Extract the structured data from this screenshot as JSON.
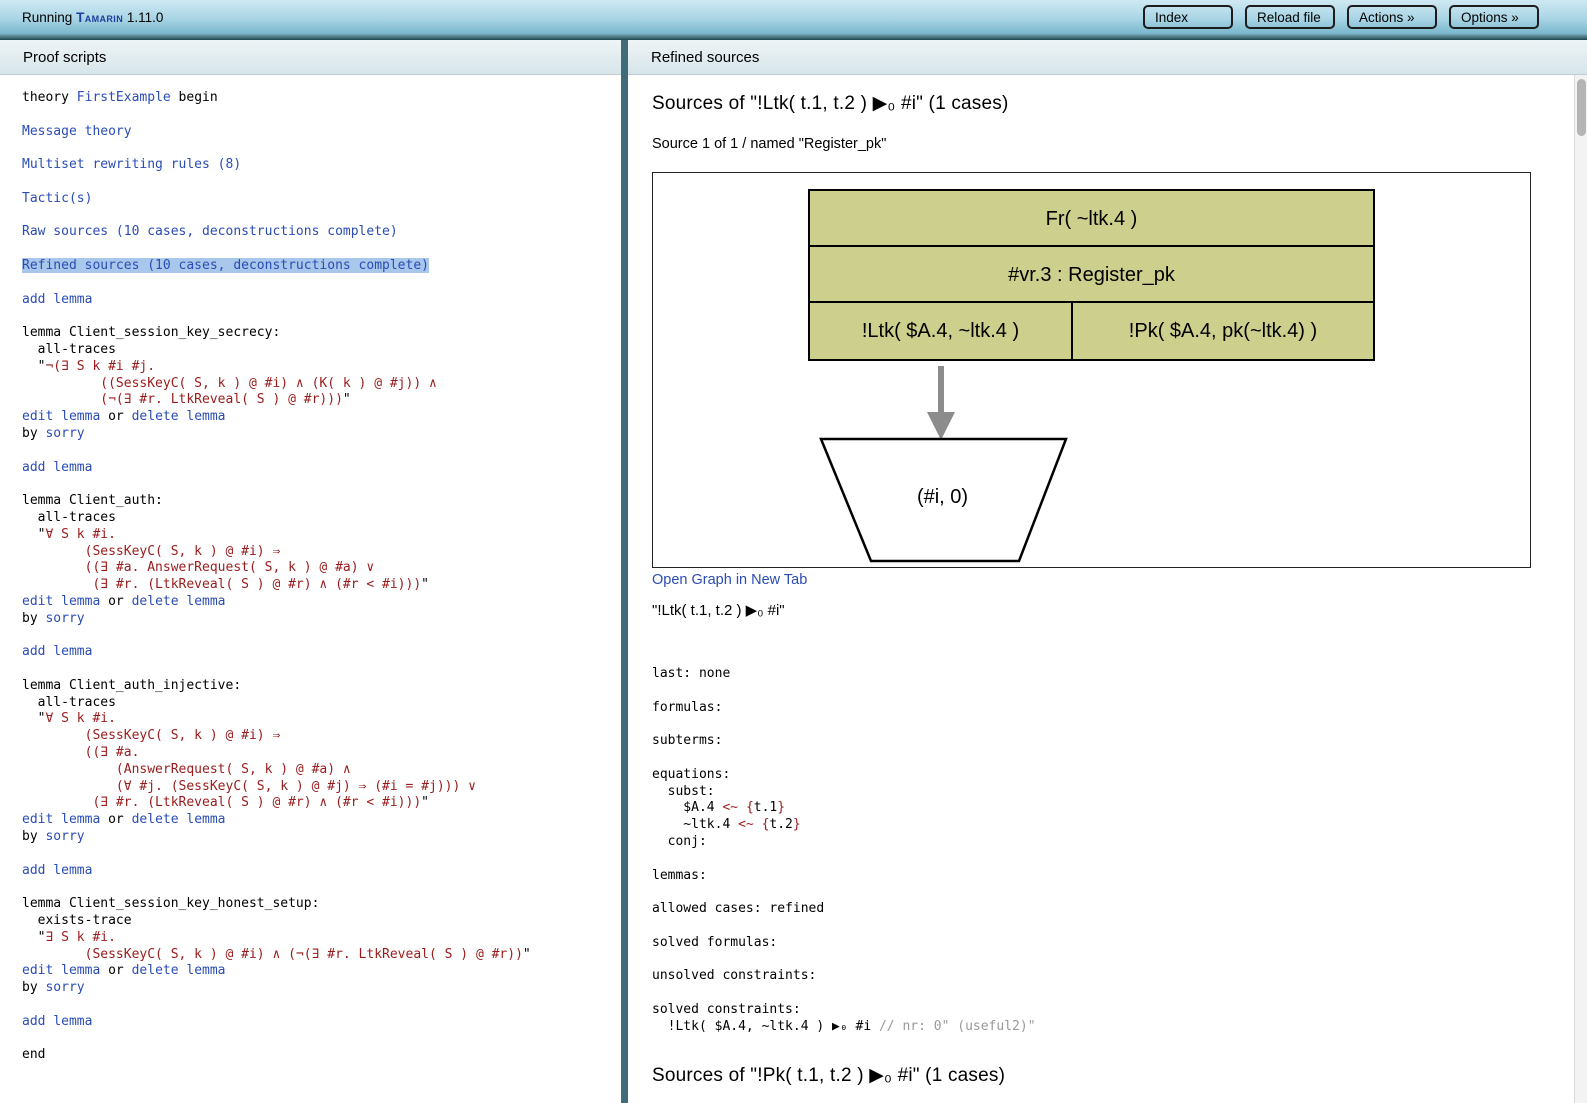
{
  "topbar": {
    "running_prefix": "Running",
    "app_name": "Tamarin",
    "version": "1.11.0",
    "buttons": [
      "Index",
      "Reload file",
      "Actions »",
      "Options »"
    ]
  },
  "left_panel": {
    "title": "Proof scripts",
    "lines": [
      [
        [
          "t",
          "theory "
        ],
        [
          "a",
          "FirstExample"
        ],
        [
          "t",
          " begin"
        ]
      ],
      [],
      [
        [
          "a",
          "Message theory"
        ]
      ],
      [],
      [
        [
          "a",
          "Multiset rewriting rules (8)"
        ]
      ],
      [],
      [
        [
          "a",
          "Tactic(s)"
        ]
      ],
      [],
      [
        [
          "a",
          "Raw sources (10 cases, deconstructions complete)"
        ]
      ],
      [],
      [
        [
          "h",
          "Refined sources (10 cases, deconstructions complete)"
        ]
      ],
      [],
      [
        [
          "a",
          "add lemma"
        ]
      ],
      [],
      [
        [
          "t",
          "lemma Client_session_key_secrecy:"
        ]
      ],
      [
        [
          "t",
          "  all-traces"
        ]
      ],
      [
        [
          "t",
          "  \""
        ],
        [
          "f",
          "¬(∃ S k #i #j."
        ]
      ],
      [
        [
          "f",
          "          ((SessKeyC( S, k ) @ #i) ∧ (K( k ) @ #j)) ∧"
        ]
      ],
      [
        [
          "f",
          "          (¬(∃ #r. LtkReveal( S ) @ #r)))"
        ],
        [
          "t",
          "\""
        ]
      ],
      [
        [
          "a",
          "edit lemma"
        ],
        [
          "t",
          " or "
        ],
        [
          "a",
          "delete lemma"
        ]
      ],
      [
        [
          "t",
          "by "
        ],
        [
          "a",
          "sorry"
        ]
      ],
      [],
      [
        [
          "a",
          "add lemma"
        ]
      ],
      [],
      [
        [
          "t",
          "lemma Client_auth:"
        ]
      ],
      [
        [
          "t",
          "  all-traces"
        ]
      ],
      [
        [
          "t",
          "  \""
        ],
        [
          "f",
          "∀ S k #i."
        ]
      ],
      [
        [
          "f",
          "        (SessKeyC( S, k ) @ #i) ⇒"
        ]
      ],
      [
        [
          "f",
          "        ((∃ #a. AnswerRequest( S, k ) @ #a) ∨"
        ]
      ],
      [
        [
          "f",
          "         (∃ #r. (LtkReveal( S ) @ #r) ∧ (#r < #i)))"
        ],
        [
          "t",
          "\""
        ]
      ],
      [
        [
          "a",
          "edit lemma"
        ],
        [
          "t",
          " or "
        ],
        [
          "a",
          "delete lemma"
        ]
      ],
      [
        [
          "t",
          "by "
        ],
        [
          "a",
          "sorry"
        ]
      ],
      [],
      [
        [
          "a",
          "add lemma"
        ]
      ],
      [],
      [
        [
          "t",
          "lemma Client_auth_injective:"
        ]
      ],
      [
        [
          "t",
          "  all-traces"
        ]
      ],
      [
        [
          "t",
          "  \""
        ],
        [
          "f",
          "∀ S k #i."
        ]
      ],
      [
        [
          "f",
          "        (SessKeyC( S, k ) @ #i) ⇒"
        ]
      ],
      [
        [
          "f",
          "        ((∃ #a."
        ]
      ],
      [
        [
          "f",
          "            (AnswerRequest( S, k ) @ #a) ∧"
        ]
      ],
      [
        [
          "f",
          "            (∀ #j. (SessKeyC( S, k ) @ #j) ⇒ (#i = #j))) ∨"
        ]
      ],
      [
        [
          "f",
          "         (∃ #r. (LtkReveal( S ) @ #r) ∧ (#r < #i)))"
        ],
        [
          "t",
          "\""
        ]
      ],
      [
        [
          "a",
          "edit lemma"
        ],
        [
          "t",
          " or "
        ],
        [
          "a",
          "delete lemma"
        ]
      ],
      [
        [
          "t",
          "by "
        ],
        [
          "a",
          "sorry"
        ]
      ],
      [],
      [
        [
          "a",
          "add lemma"
        ]
      ],
      [],
      [
        [
          "t",
          "lemma Client_session_key_honest_setup:"
        ]
      ],
      [
        [
          "t",
          "  exists-trace"
        ]
      ],
      [
        [
          "t",
          "  \""
        ],
        [
          "f",
          "∃ S k #i."
        ]
      ],
      [
        [
          "f",
          "        (SessKeyC( S, k ) @ #i) ∧ (¬(∃ #r. LtkReveal( S ) @ #r))"
        ],
        [
          "t",
          "\""
        ]
      ],
      [
        [
          "a",
          "edit lemma"
        ],
        [
          "t",
          " or "
        ],
        [
          "a",
          "delete lemma"
        ]
      ],
      [
        [
          "t",
          "by "
        ],
        [
          "a",
          "sorry"
        ]
      ],
      [],
      [
        [
          "a",
          "add lemma"
        ]
      ],
      [],
      [
        [
          "t",
          "end"
        ]
      ]
    ]
  },
  "right_panel": {
    "title": "Refined sources",
    "heading1": "Sources of \"!Ltk( t.1, t.2 ) ▶₀ #i\" (1 cases)",
    "source_meta": "Source 1 of 1 / named \"Register_pk\"",
    "graph": {
      "premise": "Fr( ~ltk.4 )",
      "label": "#vr.3 : Register_pk",
      "conclusions": [
        "!Ltk( $A.4, ~ltk.4 )",
        "!Pk( $A.4, pk(~ltk.4) )"
      ],
      "sink_label": "(#i, 0)",
      "node_fill": "#cdcf8c",
      "arrow_color": "#8c8c8c"
    },
    "open_graph_label": "Open Graph in New Tab",
    "source_term": "\"!Ltk( t.1, t.2 ) ▶₀ #i\"",
    "system_lines": [
      [
        [
          "t",
          "last: none"
        ]
      ],
      [],
      [
        [
          "t",
          "formulas:"
        ]
      ],
      [],
      [
        [
          "t",
          "subterms:"
        ]
      ],
      [],
      [
        [
          "t",
          "equations:"
        ]
      ],
      [
        [
          "t",
          "  subst:"
        ]
      ],
      [
        [
          "t",
          "    $A.4 "
        ],
        [
          "f",
          "<~"
        ],
        [
          "t",
          " "
        ],
        [
          "f",
          "{"
        ],
        [
          "t",
          "t.1"
        ],
        [
          "f",
          "}"
        ]
      ],
      [
        [
          "t",
          "    ~ltk.4 "
        ],
        [
          "f",
          "<~"
        ],
        [
          "t",
          " "
        ],
        [
          "f",
          "{"
        ],
        [
          "t",
          "t.2"
        ],
        [
          "f",
          "}"
        ]
      ],
      [
        [
          "t",
          "  conj:"
        ]
      ],
      [],
      [
        [
          "t",
          "lemmas:"
        ]
      ],
      [],
      [
        [
          "t",
          "allowed cases: refined"
        ]
      ],
      [],
      [
        [
          "t",
          "solved formulas:"
        ]
      ],
      [],
      [
        [
          "t",
          "unsolved constraints:"
        ]
      ],
      [],
      [
        [
          "t",
          "solved constraints:"
        ]
      ],
      [
        [
          "t",
          "  !Ltk( $A.4, ~ltk.4 ) ▶₀ #i "
        ],
        [
          "c",
          "// nr: 0\" (useful2)\""
        ]
      ]
    ],
    "heading2": "Sources of \"!Pk( t.1, t.2 ) ▶₀ #i\" (1 cases)"
  },
  "colors": {
    "link": "#2a4cb5",
    "formula": "#9a1b1b",
    "highlight_bg": "#a8c7ea",
    "node_fill": "#cdcf8c",
    "arrow": "#8c8c8c",
    "comment": "#9a9a9a",
    "divider": "#406b79"
  }
}
